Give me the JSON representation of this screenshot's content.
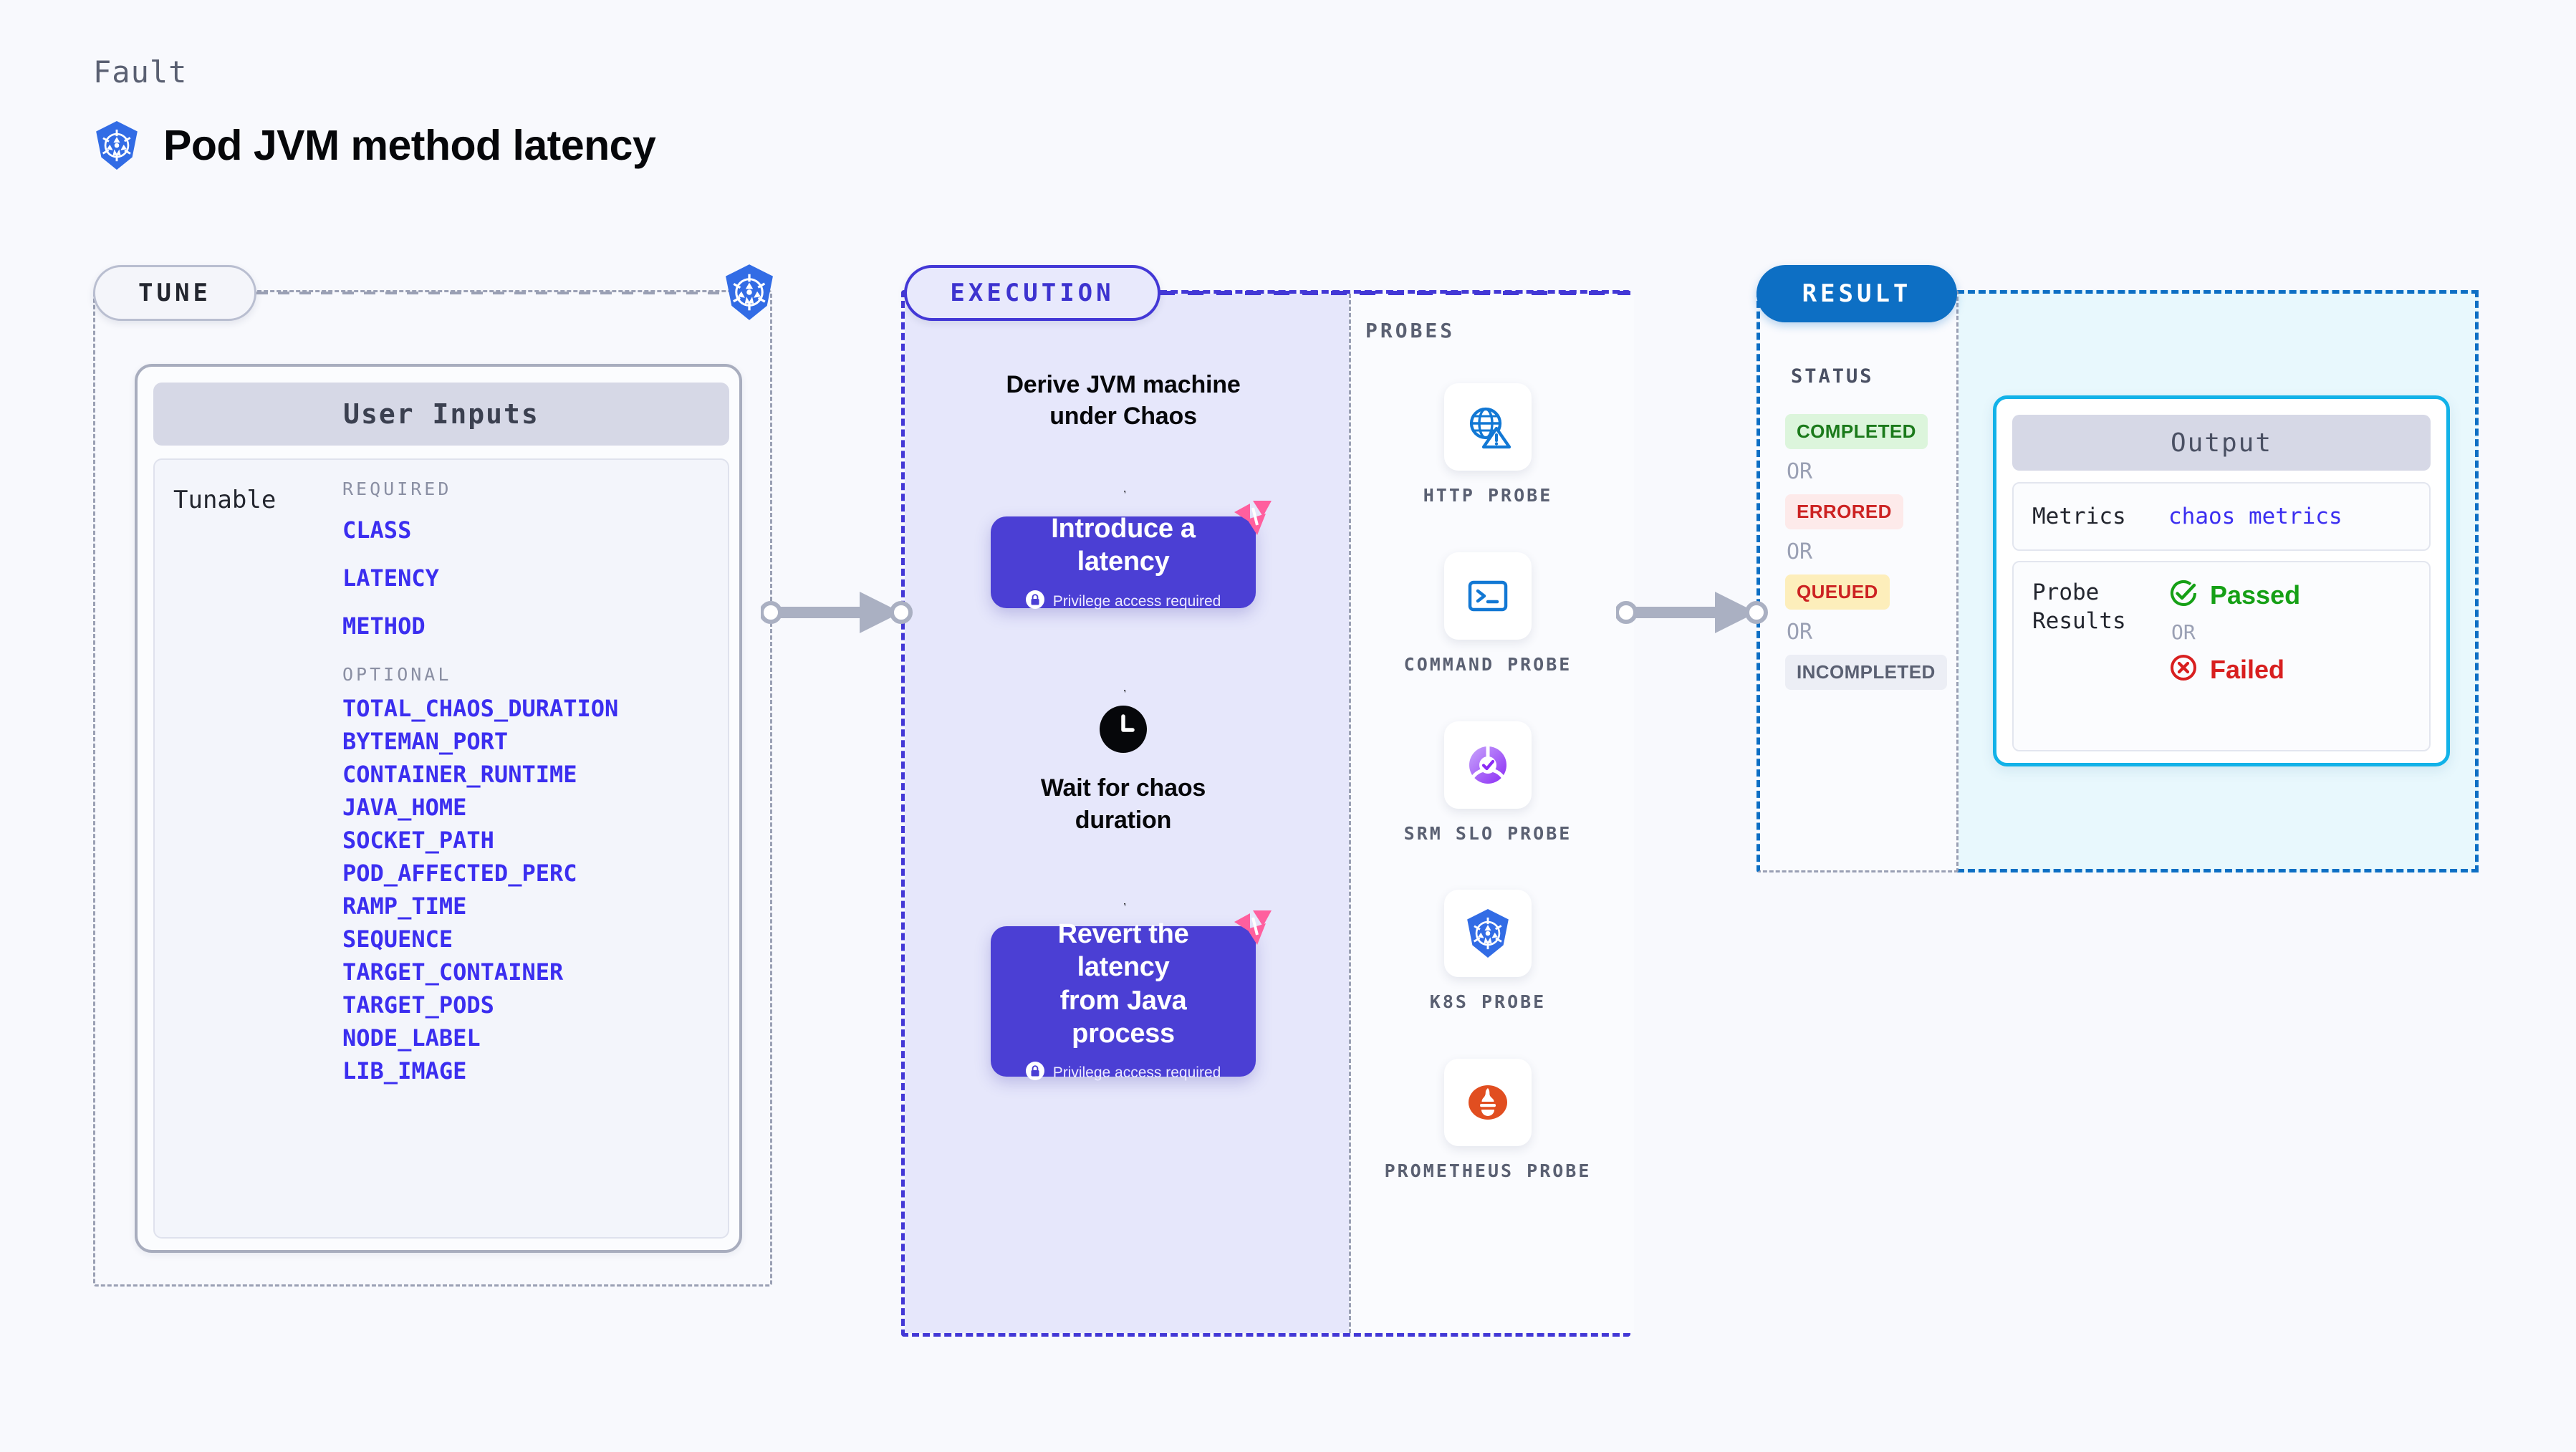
{
  "header": {
    "kind_label": "Fault",
    "title": "Pod JVM method latency",
    "icon": "kubernetes-icon"
  },
  "colors": {
    "background": "#f8f9fd",
    "tune_accent": "#9aa0b4",
    "execution_accent": "#4338d6",
    "result_accent": "#0d6fc4",
    "output_accent": "#12b2e8",
    "param_link": "#3b2ef0",
    "action_card": "#4b3fd4",
    "litmus_pink": "#ff5f9e"
  },
  "tune": {
    "pill_label": "TUNE",
    "badge_icon": "kubernetes-icon",
    "card": {
      "header": "User Inputs",
      "row_label": "Tunable",
      "groups": [
        {
          "title": "REQUIRED",
          "items": [
            "CLASS",
            "LATENCY",
            "METHOD"
          ]
        },
        {
          "title": "OPTIONAL",
          "items": [
            "TOTAL_CHAOS_DURATION",
            "BYTEMAN_PORT",
            "CONTAINER_RUNTIME",
            "JAVA_HOME",
            "SOCKET_PATH",
            "POD_AFFECTED_PERC",
            "RAMP_TIME",
            "SEQUENCE",
            "TARGET_CONTAINER",
            "TARGET_PODS",
            "NODE_LABEL",
            "LIB_IMAGE"
          ]
        }
      ]
    }
  },
  "execution": {
    "pill_label": "EXECUTION",
    "steps": {
      "derive_caption": "Derive JVM machine\nunder Chaos",
      "introduce_card": {
        "title": "Introduce a latency",
        "privilege_note": "Privilege access required",
        "lock_icon": "lock-icon",
        "corner_icon": "litmus-icon"
      },
      "wait_icon": "clock-icon",
      "wait_caption": "Wait for chaos\nduration",
      "revert_card": {
        "title": "Revert the latency\nfrom Java process",
        "privilege_note": "Privilege access required",
        "lock_icon": "lock-icon",
        "corner_icon": "litmus-icon"
      }
    }
  },
  "probes": {
    "title": "PROBES",
    "items": [
      {
        "label": "HTTP PROBE",
        "icon": "globe-warning-icon"
      },
      {
        "label": "COMMAND PROBE",
        "icon": "terminal-icon"
      },
      {
        "label": "SRM SLO PROBE",
        "icon": "srm-slo-icon"
      },
      {
        "label": "K8S PROBE",
        "icon": "kubernetes-icon"
      },
      {
        "label": "PROMETHEUS PROBE",
        "icon": "prometheus-icon"
      }
    ]
  },
  "result": {
    "pill_label": "RESULT",
    "status_title": "STATUS",
    "or_label": "OR",
    "statuses": [
      {
        "label": "COMPLETED",
        "bg": "#dcf5dc",
        "fg": "#1b7a1b"
      },
      {
        "label": "ERRORED",
        "bg": "#fdeaea",
        "fg": "#cc2222"
      },
      {
        "label": "QUEUED",
        "bg": "#fdeebb",
        "fg": "#cc2222"
      },
      {
        "label": "INCOMPLETED",
        "bg": "#eceef5",
        "fg": "#5a6072"
      }
    ],
    "output": {
      "header": "Output",
      "metrics_key": "Metrics",
      "metrics_value": "chaos metrics",
      "probe_key": "Probe\nResults",
      "passed_label": "Passed",
      "passed_icon": "check-circle-icon",
      "failed_label": "Failed",
      "failed_icon": "x-circle-icon",
      "or_label": "OR"
    }
  }
}
